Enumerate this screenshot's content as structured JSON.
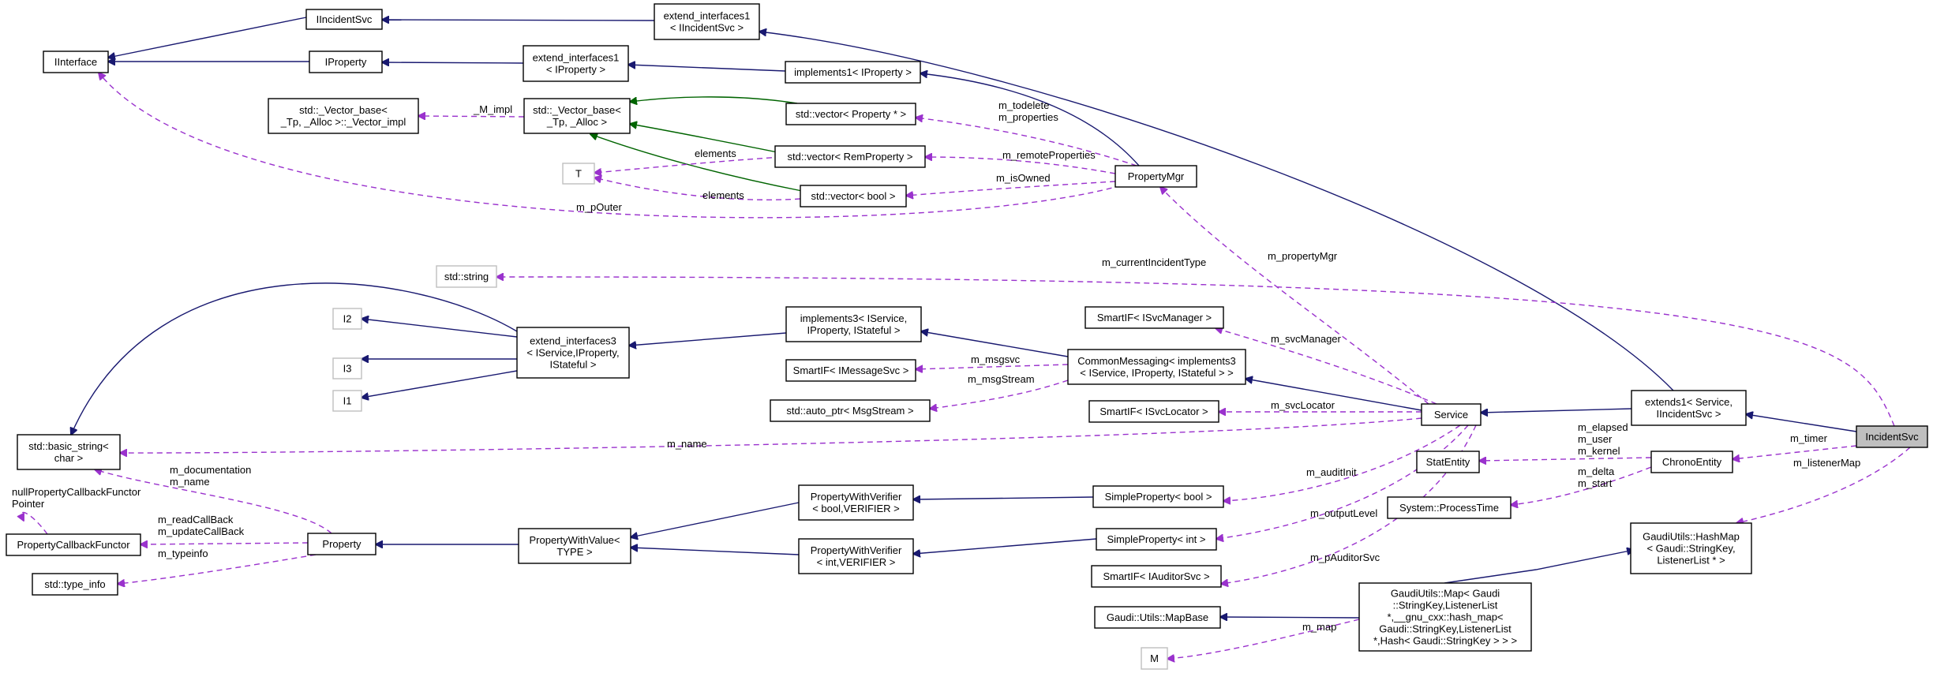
{
  "nodes": {
    "IIncidentSvc": "IIncidentSvc",
    "IInterface": "IInterface",
    "IProperty": "IProperty",
    "extend_interfaces1_IIncidentSvc": [
      "extend_interfaces1",
      "< IIncidentSvc >"
    ],
    "extend_interfaces1_IProperty": [
      "extend_interfaces1",
      "< IProperty >"
    ],
    "implements1_IProperty": "implements1< IProperty >",
    "Vector_impl": [
      "std::_Vector_base<",
      "_Tp, _Alloc >::_Vector_impl"
    ],
    "Vector_base": [
      "std::_Vector_base<",
      "_Tp, _Alloc >"
    ],
    "T": "T",
    "vector_Property": "std::vector< Property * >",
    "vector_RemProperty": "std::vector< RemProperty >",
    "vector_bool": "std::vector< bool >",
    "PropertyMgr": "PropertyMgr",
    "std_string": "std::string",
    "I2": "I2",
    "I3": "I3",
    "I1": "I1",
    "extend_interfaces3": [
      "extend_interfaces3",
      "< IService,IProperty,",
      "IStateful >"
    ],
    "implements3": [
      "implements3< IService,",
      "IProperty, IStateful >"
    ],
    "SmartIF_ISvcManager": "SmartIF< ISvcManager >",
    "SmartIF_IMessageSvc": "SmartIF< IMessageSvc >",
    "CommonMessaging": [
      "CommonMessaging< implements3",
      "< IService, IProperty, IStateful > >"
    ],
    "auto_ptr_MsgStream": "std::auto_ptr< MsgStream >",
    "SmartIF_ISvcLocator": "SmartIF< ISvcLocator >",
    "Service": "Service",
    "extends1": [
      "extends1< Service,",
      "IIncidentSvc >"
    ],
    "IncidentSvc": "IncidentSvc",
    "basic_string": [
      "std::basic_string<",
      "char >"
    ],
    "StatEntity": "StatEntity",
    "ChronoEntity": "ChronoEntity",
    "ProcessTime": "System::ProcessTime",
    "PropertyWithVerifier_bool": [
      "PropertyWithVerifier",
      "< bool,VERIFIER >"
    ],
    "SimpleProperty_bool": "SimpleProperty< bool >",
    "PropertyCallbackFunctor": "PropertyCallbackFunctor",
    "Property": "Property",
    "PropertyWithValue": [
      "PropertyWithValue<",
      "TYPE >"
    ],
    "PropertyWithVerifier_int": [
      "PropertyWithVerifier",
      "< int,VERIFIER >"
    ],
    "SimpleProperty_int": "SimpleProperty< int >",
    "HashMap": [
      "GaudiUtils::HashMap",
      "< Gaudi::StringKey,",
      "ListenerList * >"
    ],
    "type_info": "std::type_info",
    "SmartIF_IAuditorSvc": "SmartIF< IAuditorSvc >",
    "MapBase": "Gaudi::Utils::MapBase",
    "GaudiUtilsMap": [
      "GaudiUtils::Map< Gaudi",
      "::StringKey,ListenerList",
      " *,__gnu_cxx::hash_map<",
      " Gaudi::StringKey,ListenerList",
      " *,Hash< Gaudi::StringKey > > >"
    ],
    "M": "M"
  },
  "edge_labels": {
    "M_impl": "_M_impl",
    "m_todelete": [
      "m_todelete",
      "m_properties"
    ],
    "m_remoteProperties": "m_remoteProperties",
    "elements_remprop": "elements",
    "m_isOwned": "m_isOwned",
    "elements_bool": "elements",
    "m_pOuter": "m_pOuter",
    "m_currentIncidentType": "m_currentIncidentType",
    "m_propertyMgr": "m_propertyMgr",
    "m_svcManager": "m_svcManager",
    "m_msgsvc": "m_msgsvc",
    "m_msgStream": "m_msgStream",
    "m_svcLocator": "m_svcLocator",
    "m_name": "m_name",
    "m_elapsed": [
      "m_elapsed",
      "m_user",
      "m_kernel"
    ],
    "m_timer": "m_timer",
    "m_delta": [
      "m_delta",
      "m_start"
    ],
    "m_listenerMap": "m_listenerMap",
    "m_auditInit": "m_auditInit",
    "m_outputLevel": "m_outputLevel",
    "m_pAuditorSvc": "m_pAuditorSvc",
    "m_map": "m_map",
    "m_documentation": [
      "m_documentation",
      "m_name"
    ],
    "nullPropertyCallbackFunctor": [
      "nullPropertyCallbackFunctor",
      "Pointer"
    ],
    "m_readCallBack": [
      "m_readCallBack",
      "m_updateCallBack"
    ],
    "m_typeinfo": "m_typeinfo"
  },
  "colors": {
    "public_inheritance": "#191970",
    "protected_inheritance": "#006400",
    "usage": "#9a32cd",
    "focus_fill": "#bfbfbf",
    "ghost_border": "#bfbfbf"
  }
}
